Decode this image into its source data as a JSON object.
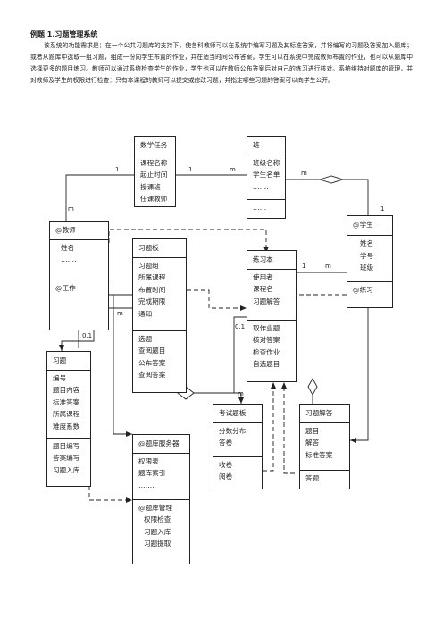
{
  "heading": "例题 1.习题管理系统",
  "paragraph": "该系统的功能需求是：在一个公共习题库的支持下，使各科教师可以在系统中编写习题及其标准答案，并将编写的习题及答案加入题库；或者从题库中选取一组习题，组成一份向学生布置的作业，并在适当时间公布答案。学生可以在系统中完成教师布置的作业，也可以从题库中选择更多的题目练习。教师可以通过系统检查学生的作业，学生也可以在教师公布答案后对自己的练习进行核对。系统维持对题库的管理，并对教师及学生的权限进行检查：只有本课程的教师可以提交或修改习题，并指定哪些习题的答案可以向学生公开。",
  "classes": {
    "math_task": {
      "title": "数学任务",
      "attrs": [
        "课程名称",
        "起止时间",
        "授课班",
        "任课教师"
      ],
      "ops": []
    },
    "class": {
      "title": "班",
      "attrs": [
        "班级名称",
        "学生名单",
        "……."
      ],
      "ops": [
        "……"
      ]
    },
    "teacher": {
      "title": "@教师",
      "attrs": [
        "姓名",
        "……."
      ],
      "ops": [
        "@工作"
      ]
    },
    "student": {
      "title": "@学生",
      "attrs": [
        "姓名",
        "学号",
        "班级"
      ],
      "ops": [
        "@练习"
      ]
    },
    "exercise_board": {
      "title": "习题板",
      "attrs": [
        "习题组",
        "所属课程",
        "布置时间",
        "完成期限",
        "通知"
      ],
      "ops": [
        "选题",
        "查阅题目",
        "公布答案",
        "查阅答案"
      ]
    },
    "workbook": {
      "title": "练习本",
      "attrs": [
        "使用者",
        "课程名",
        "习题解答"
      ],
      "ops": [
        "取作业题",
        "核对答案",
        "检查作业",
        "自选题目"
      ]
    },
    "exercise": {
      "title": "习题",
      "attrs": [
        "编号",
        "题目内容",
        "标准答案",
        "所属课程",
        "难度系数"
      ],
      "ops": [
        "题目编写",
        "答案编写",
        "习题入库"
      ]
    },
    "bank_server": {
      "title": "@题库服务器",
      "attrs": [
        "权限表",
        "题库索引",
        "……."
      ],
      "ops": [
        "@题库管理",
        "权限检查",
        "习题入库",
        "习题提取"
      ]
    },
    "exam_board": {
      "title": "考试题板",
      "attrs": [
        "分数分布",
        "答卷"
      ],
      "ops": [
        "收卷",
        "阅卷"
      ]
    },
    "answer": {
      "title": "习题解答",
      "attrs": [
        "题目",
        "解答",
        "标准答案"
      ],
      "ops": [
        "答题"
      ]
    }
  },
  "multiplicities": [
    {
      "id": "mt_left",
      "text": "1"
    },
    {
      "id": "mt_right",
      "text": "1"
    },
    {
      "id": "teacher_m",
      "text": "m"
    },
    {
      "id": "class_left_m",
      "text": "m"
    },
    {
      "id": "class_right_m",
      "text": "m"
    },
    {
      "id": "student_1",
      "text": "1"
    },
    {
      "id": "wb_1",
      "text": "1"
    },
    {
      "id": "wb_m",
      "text": "m"
    },
    {
      "id": "board_m",
      "text": "m"
    },
    {
      "id": "ex_01",
      "text": "0.1"
    },
    {
      "id": "wb_01",
      "text": "0.1"
    },
    {
      "id": "exam_m",
      "text": "m"
    }
  ]
}
